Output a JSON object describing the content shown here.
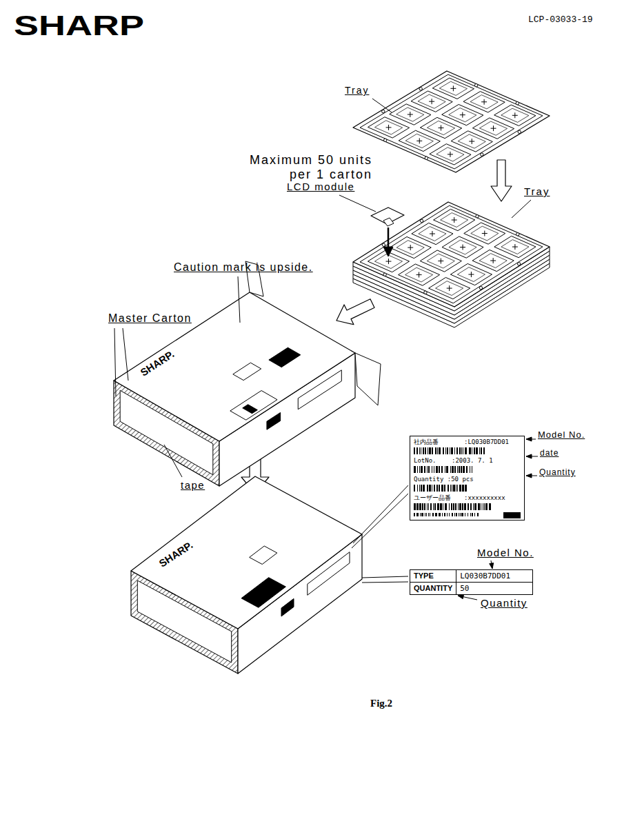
{
  "diagram": {
    "caption": "Fig.2",
    "nodes": [
      {
        "text": [
          "社内品番",
          ":LQ030B7DD01",
          "LotNo.",
          ":2003. 7. 1",
          "Quantity :50 pcs",
          "ユーザー品番",
          ":xxxxxxxxxx"
        ]
      },
      {
        "text": [
          "TYPE",
          "LQ030B7DD01",
          "QUANTITY",
          "50"
        ]
      }
    ],
    "labels": [
      "SHARP",
      "LCP-03033-19",
      "Tray",
      "Maximum 50 units per 1 carton",
      "LCD module",
      "Tray",
      "Caution mark is upside.",
      "Master Carton",
      "SHARP.",
      "tape",
      "SHARP.",
      "Model No.",
      "date",
      "Quantity",
      "Model No.",
      "Quantity"
    ]
  }
}
